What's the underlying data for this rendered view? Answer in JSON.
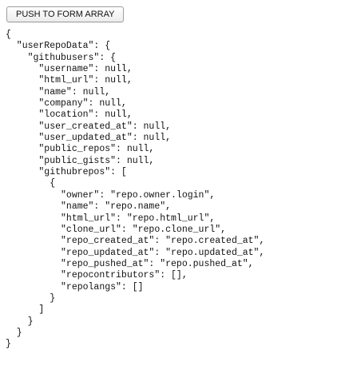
{
  "toolbar": {
    "push_button_label": "PUSH TO FORM ARRAY"
  },
  "json_lines": [
    "{",
    "  \"userRepoData\": {",
    "    \"githubusers\": {",
    "      \"username\": null,",
    "      \"html_url\": null,",
    "      \"name\": null,",
    "      \"company\": null,",
    "      \"location\": null,",
    "      \"user_created_at\": null,",
    "      \"user_updated_at\": null,",
    "      \"public_repos\": null,",
    "      \"public_gists\": null,",
    "      \"githubrepos\": [",
    "        {",
    "          \"owner\": \"repo.owner.login\",",
    "          \"name\": \"repo.name\",",
    "          \"html_url\": \"repo.html_url\",",
    "          \"clone_url\": \"repo.clone_url\",",
    "          \"repo_created_at\": \"repo.created_at\",",
    "          \"repo_updated_at\": \"repo.updated_at\",",
    "          \"repo_pushed_at\": \"repo.pushed_at\",",
    "          \"repocontributors\": [],",
    "          \"repolangs\": []",
    "        }",
    "      ]",
    "    }",
    "  }",
    "}"
  ]
}
